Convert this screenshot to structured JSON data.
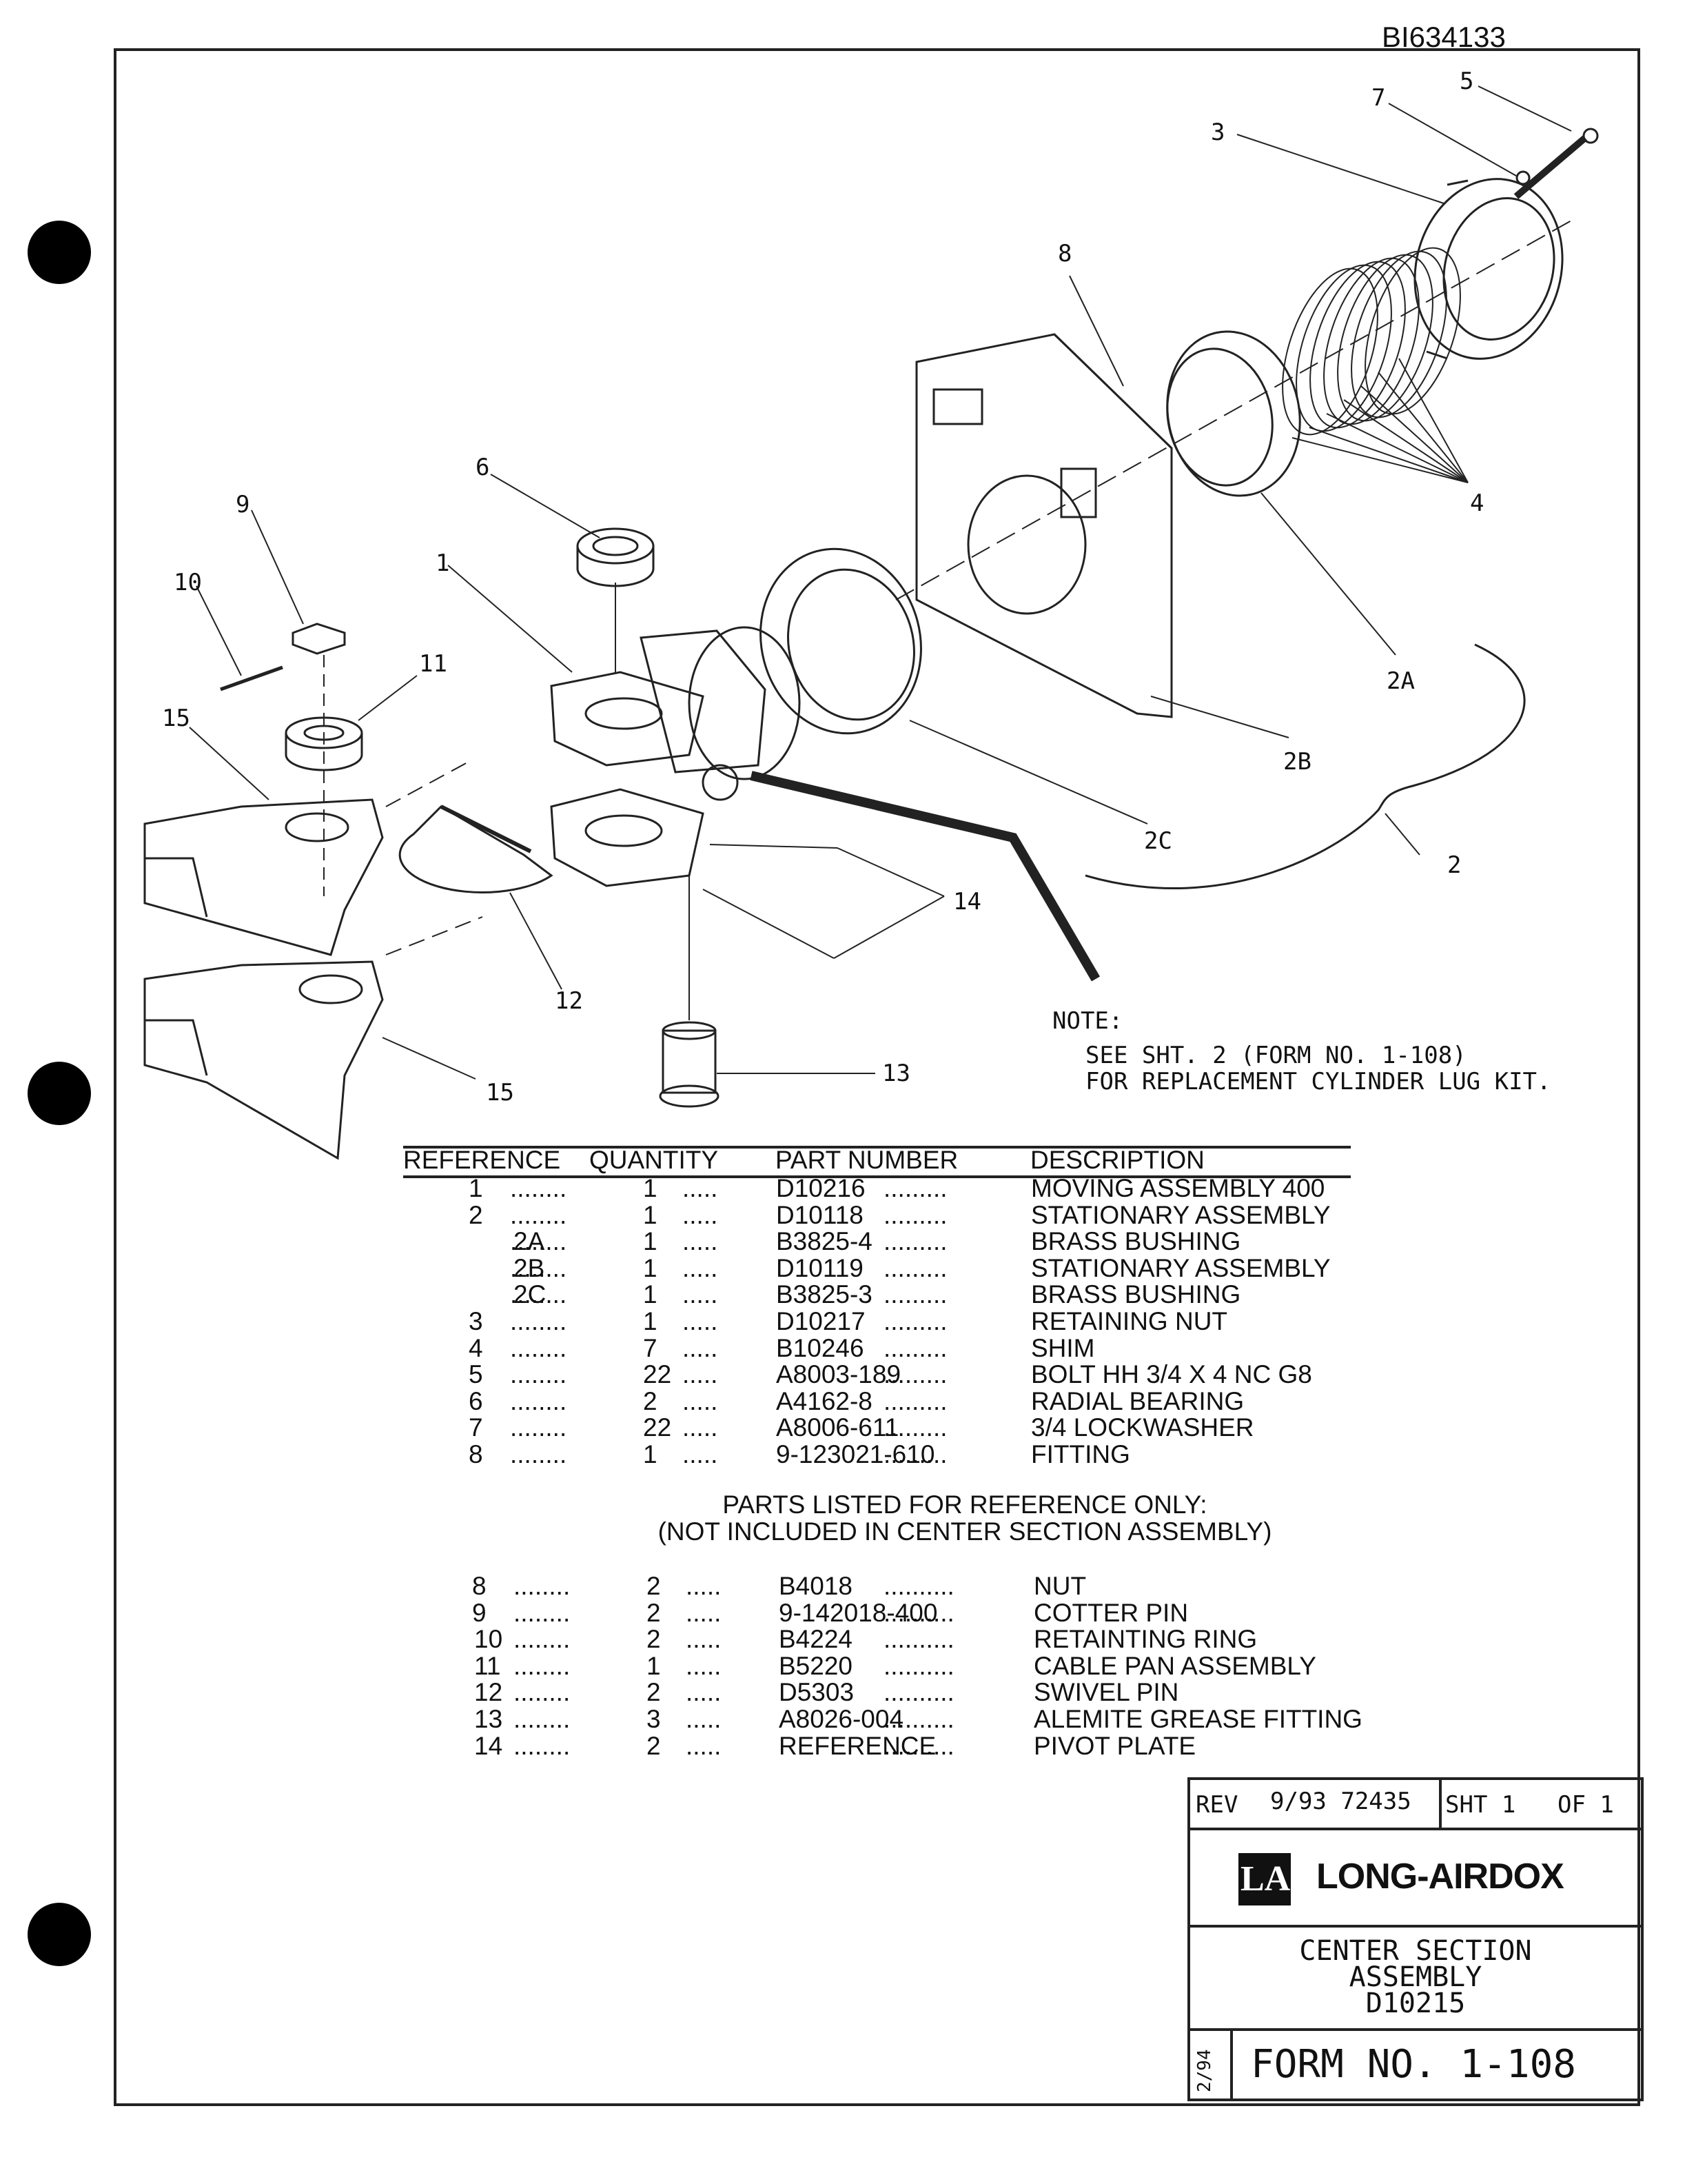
{
  "doc_id": "BI634133",
  "drawing": {
    "callouts": [
      {
        "id": "c5",
        "label": "5"
      },
      {
        "id": "c7",
        "label": "7"
      },
      {
        "id": "c3",
        "label": "3"
      },
      {
        "id": "c8",
        "label": "8"
      },
      {
        "id": "c6",
        "label": "6"
      },
      {
        "id": "c9",
        "label": "9"
      },
      {
        "id": "c1",
        "label": "1"
      },
      {
        "id": "c10",
        "label": "10"
      },
      {
        "id": "c11",
        "label": "11"
      },
      {
        "id": "c15a",
        "label": "15"
      },
      {
        "id": "c4",
        "label": "4"
      },
      {
        "id": "c2A",
        "label": "2A"
      },
      {
        "id": "c2B",
        "label": "2B"
      },
      {
        "id": "c2C",
        "label": "2C"
      },
      {
        "id": "c2",
        "label": "2"
      },
      {
        "id": "c14",
        "label": "14"
      },
      {
        "id": "c12",
        "label": "12"
      },
      {
        "id": "c13",
        "label": "13"
      },
      {
        "id": "c15b",
        "label": "15"
      }
    ],
    "note_title": "NOTE:",
    "note_line1": "SEE SHT. 2 (FORM NO. 1-108)",
    "note_line2": "FOR REPLACEMENT CYLINDER LUG KIT."
  },
  "parts_table": {
    "headers": {
      "reference": "REFERENCE",
      "quantity": "QUANTITY",
      "part_number": "PART NUMBER",
      "description": "DESCRIPTION"
    },
    "rows": [
      {
        "ref": "1",
        "qty": "1",
        "pn": "D10216",
        "desc": "MOVING ASSEMBLY  400"
      },
      {
        "ref": "2",
        "qty": "1",
        "pn": "D10118",
        "desc": "STATIONARY ASSEMBLY"
      },
      {
        "ref": "2A",
        "qty": "1",
        "pn": "B3825-4",
        "desc": "BRASS BUSHING"
      },
      {
        "ref": "2B",
        "qty": "1",
        "pn": "D10119",
        "desc": "STATIONARY ASSEMBLY"
      },
      {
        "ref": "2C",
        "qty": "1",
        "pn": "B3825-3",
        "desc": "BRASS BUSHING"
      },
      {
        "ref": "3",
        "qty": "1",
        "pn": "D10217",
        "desc": "RETAINING NUT"
      },
      {
        "ref": "4",
        "qty": "7",
        "pn": "B10246",
        "desc": "SHIM"
      },
      {
        "ref": "5",
        "qty": "22",
        "pn": "A8003-189",
        "desc": "BOLT HH 3/4 X 4 NC G8"
      },
      {
        "ref": "6",
        "qty": "2",
        "pn": "A4162-8",
        "desc": "RADIAL BEARING"
      },
      {
        "ref": "7",
        "qty": "22",
        "pn": "A8006-611",
        "desc": "3/4 LOCKWASHER"
      },
      {
        "ref": "8",
        "qty": "1",
        "pn": "9-123021-610",
        "desc": "FITTING"
      }
    ]
  },
  "reference_only": {
    "line1": "PARTS LISTED FOR REFERENCE ONLY:",
    "line2": "(NOT INCLUDED IN CENTER SECTION ASSEMBLY)",
    "rows": [
      {
        "ref": "8",
        "qty": "2",
        "pn": "B4018",
        "desc": "NUT"
      },
      {
        "ref": "9",
        "qty": "2",
        "pn": "9-142018-400",
        "desc": "COTTER PIN"
      },
      {
        "ref": "10",
        "qty": "2",
        "pn": "B4224",
        "desc": "RETAINTING RING"
      },
      {
        "ref": "11",
        "qty": "1",
        "pn": "B5220",
        "desc": "CABLE PAN ASSEMBLY"
      },
      {
        "ref": "12",
        "qty": "2",
        "pn": "D5303",
        "desc": "SWIVEL PIN"
      },
      {
        "ref": "13",
        "qty": "3",
        "pn": "A8026-004",
        "desc": "ALEMITE GREASE FITTING"
      },
      {
        "ref": "14",
        "qty": "2",
        "pn": "REFERENCE",
        "desc": "PIVOT PLATE"
      }
    ]
  },
  "title_block": {
    "rev_label": "REV",
    "rev_value": "9/93 72435",
    "sheet": "SHT 1",
    "of": "OF 1",
    "company": "LONG-AIRDOX",
    "logo_letter": "LA",
    "title_line1": "CENTER SECTION",
    "title_line2": "ASSEMBLY",
    "drawing_number": "D10215",
    "form_date": "2/94",
    "form_number": "FORM NO. 1-108"
  }
}
